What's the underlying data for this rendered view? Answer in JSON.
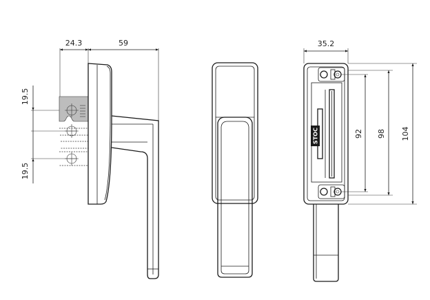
{
  "dimensions": {
    "side_bracket_depth": "24.3",
    "side_depth": "59",
    "screw_spacing_top": "19.5",
    "screw_spacing_bottom": "19.5",
    "base_width": "35.2",
    "hole_spacing_92": "92",
    "height_98": "98",
    "height_104": "104"
  },
  "logo": {
    "text": "STOC"
  },
  "colors": {
    "line": "#1a1a1a",
    "background": "#ffffff",
    "fill": "#bdbdbd"
  }
}
